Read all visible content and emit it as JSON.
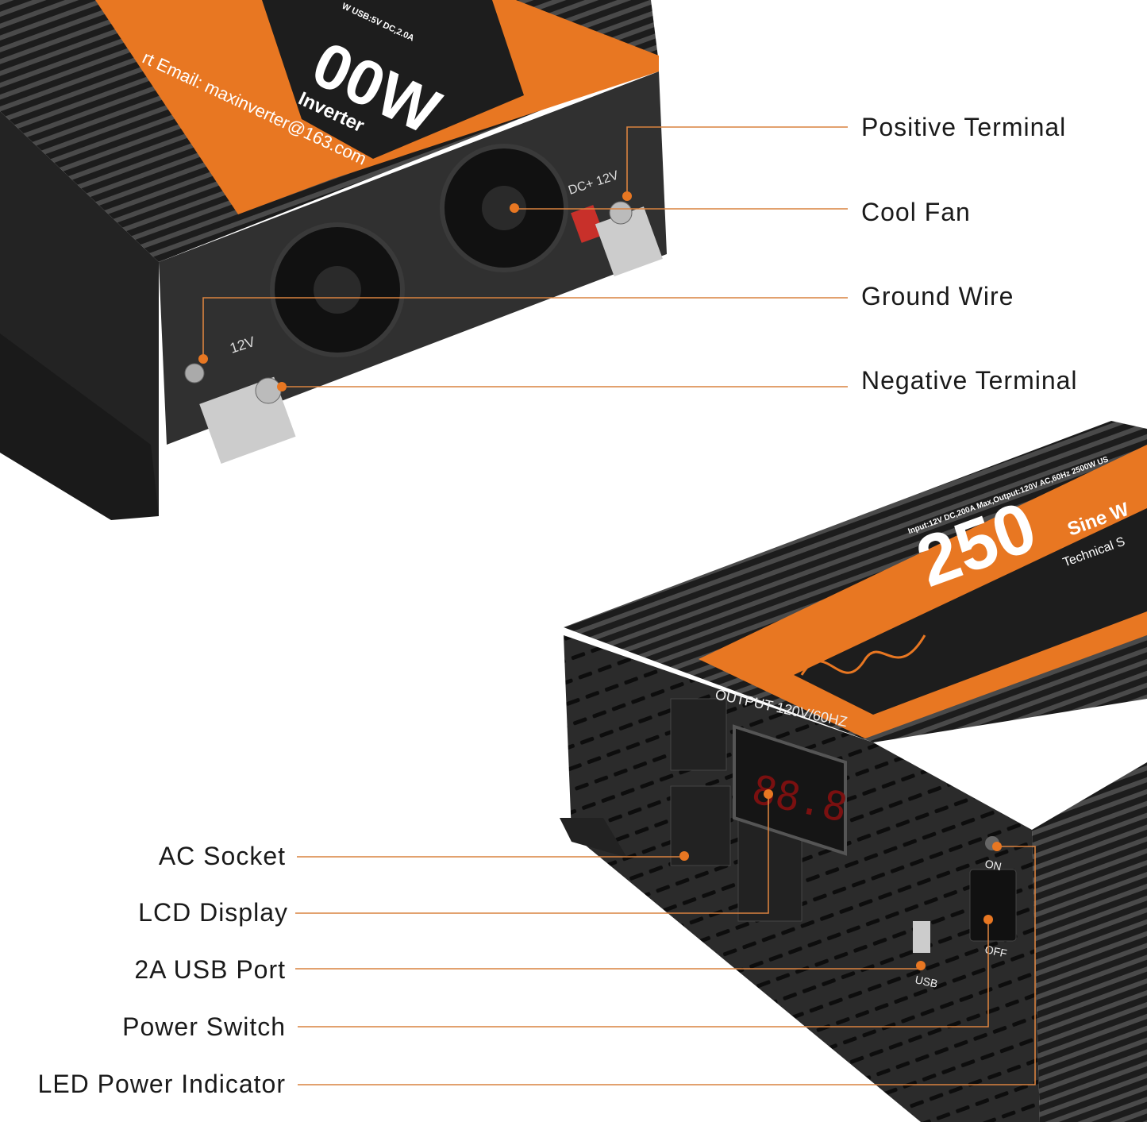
{
  "colors": {
    "accent": "#e87722",
    "leader": "#d9823f",
    "body": "#2a2a2a",
    "text": "#1a1a1a"
  },
  "callouts_top": [
    {
      "label": "Positive Terminal"
    },
    {
      "label": "Cool Fan"
    },
    {
      "label": "Ground Wire"
    },
    {
      "label": "Negative Terminal"
    }
  ],
  "callouts_bottom": [
    {
      "label": "AC Socket"
    },
    {
      "label": "LCD Display"
    },
    {
      "label": "2A USB Port"
    },
    {
      "label": "Power Switch"
    },
    {
      "label": "LED Power Indicator"
    }
  ],
  "device_top": {
    "model_partial": "00W",
    "subtitle_partial": "Inverter",
    "email_partial": "rt Email: maxinverter@163.com",
    "spec_partial": "W  USB:5V DC,2.0A",
    "dc_label": "DC+ 12V",
    "ground_label": "12V"
  },
  "device_bottom": {
    "model_partial": "250",
    "subtitle_partial": "Sine W",
    "tech_partial": "Technical S",
    "spec_partial": "Input:12V DC,200A Max,Output:120V AC,60Hz 2500W  US",
    "output_label": "OUTPUT  120V/60HZ",
    "display_value": "88.8",
    "on_label": "ON",
    "off_label": "OFF",
    "usb_label": "USB"
  }
}
